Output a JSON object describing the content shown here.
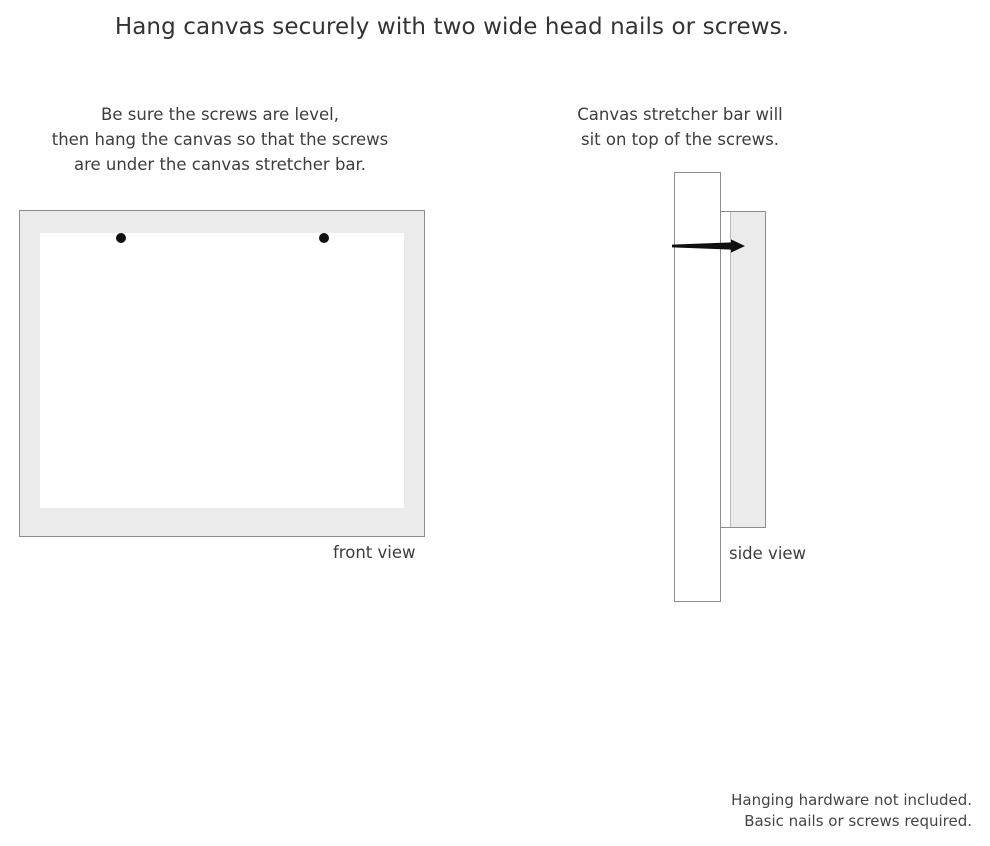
{
  "title": "Hang canvas securely with two wide head nails or screws.",
  "captions": {
    "left": {
      "line1": "Be sure the screws are level,",
      "line2": "then hang the canvas so that the screws",
      "line3": "are under the canvas stretcher bar."
    },
    "right": {
      "line1": "Canvas stretcher bar will",
      "line2": "sit on top of the screws."
    }
  },
  "front_view": {
    "label": "front view",
    "screws": [
      {
        "name": "left-screw"
      },
      {
        "name": "right-screw"
      }
    ]
  },
  "side_view": {
    "label": "side view"
  },
  "footer": {
    "line1": "Hanging hardware not included.",
    "line2": "Basic nails or screws required."
  },
  "colors": {
    "frame_fill": "#ebebeb",
    "frame_border": "#8d8d8d",
    "canvas_white": "#ffffff",
    "nail": "#101010",
    "text": "#3d3d3d",
    "background": "#ffffff"
  }
}
